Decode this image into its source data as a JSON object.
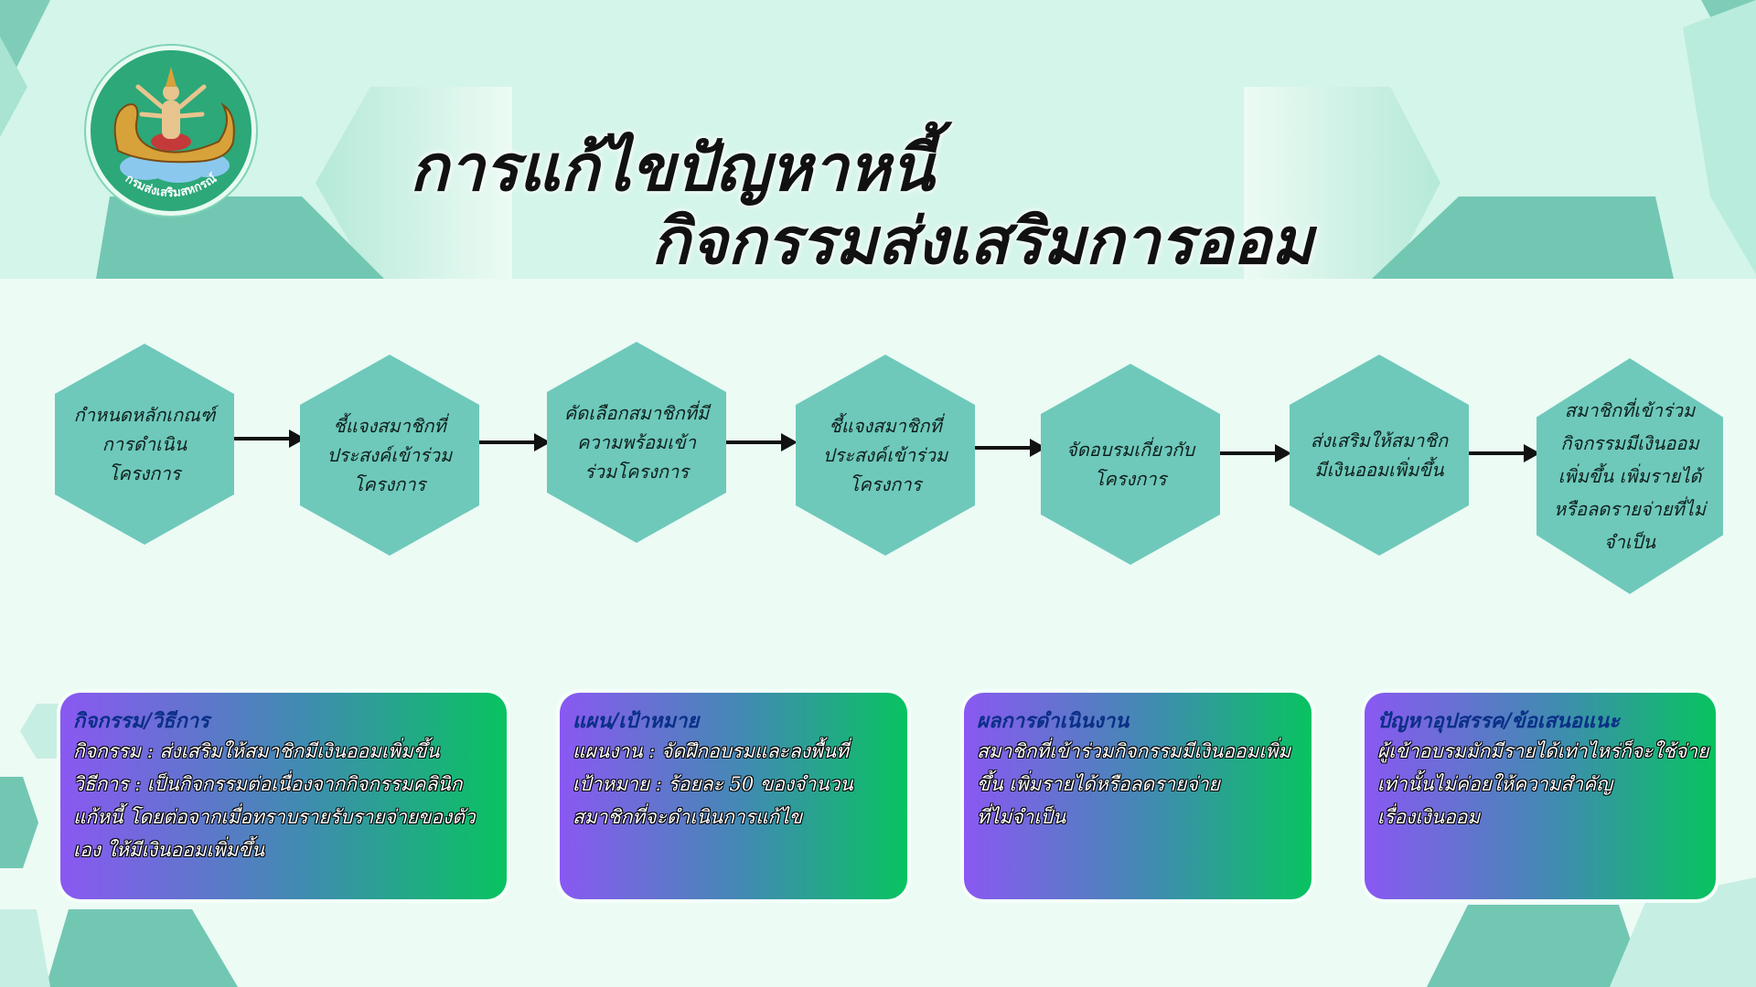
{
  "title": {
    "line1": "การแก้ไขปัญหาหนี้",
    "line2": "กิจกรรมส่งเสริมการออม"
  },
  "logo": {
    "icon": "deity-on-naga-emblem",
    "text": "กรมส่งเสริมสหกรณ์"
  },
  "steps": [
    {
      "label": "กำหนดหลักเกณฑ์การดำเนินโครงการ"
    },
    {
      "label": "ชี้แจงสมาชิกที่ประสงค์เข้าร่วมโครงการ"
    },
    {
      "label": "คัดเลือกสมาชิกที่มีความพร้อมเข้าร่วมโครงการ"
    },
    {
      "label": "ชี้แจงสมาชิกที่ประสงค์เข้าร่วมโครงการ"
    },
    {
      "label": "จัดอบรมเกี่ยวกับโครงการ"
    },
    {
      "label": "ส่งเสริมให้สมาชิกมีเงินออมเพิ่มขึ้น"
    },
    {
      "label": "สมาชิกที่เข้าร่วมกิจกรรมมีเงินออมเพิ่มขึ้น เพิ่มรายได้หรือลดรายจ่ายที่ไม่จำเป็น"
    }
  ],
  "cards": [
    {
      "title": "กิจกรรม/วิธีการ",
      "lines": [
        "กิจกรรม : ส่งเสริมให้สมาชิกมีเงินออมเพิ่มขึ้น",
        " วิธีการ : เป็นกิจกรรมต่อเนื่องจากกิจกรรมคลินิก",
        "แก้หนี้ โดยต่อจากเมื่อทราบรายรับรายจ่ายของตัว",
        "เอง ให้มีเงินออมเพิ่มขึ้น"
      ]
    },
    {
      "title": "แผน/เป้าหมาย",
      "lines": [
        "แผนงาน : จัดฝึกอบรมและลงพื้นที่",
        " เป้าหมาย : ร้อยละ 50 ของจำนวน",
        "สมาชิกที่จะดำเนินการแก้ไข"
      ]
    },
    {
      "title": "ผลการดำเนินงาน",
      "lines": [
        "สมาชิกที่เข้าร่วมกิจกรรมมีเงินออมเพิ่ม",
        "ขึ้น เพิ่มรายได้หรือลดรายจ่าย",
        "ที่ไม่จำเป็น"
      ]
    },
    {
      "title": "ปัญหาอุปสรรค/ข้อเสนอแนะ",
      "lines": [
        "ผู้เข้าอบรมมักมีรายได้เท่าไหร่ก็จะใช้จ่าย",
        "เท่านั้นไม่ค่อยให้ความสำคัญ",
        "เรื่องเงินออม"
      ]
    }
  ],
  "colors": {
    "background": "#ecfbf4",
    "hexagon": "#6ec9bb",
    "decor": "#72c7b3",
    "card_gradient_start": "#8a58f2",
    "card_gradient_end": "#08c360",
    "card_title": "#0a2f86"
  }
}
